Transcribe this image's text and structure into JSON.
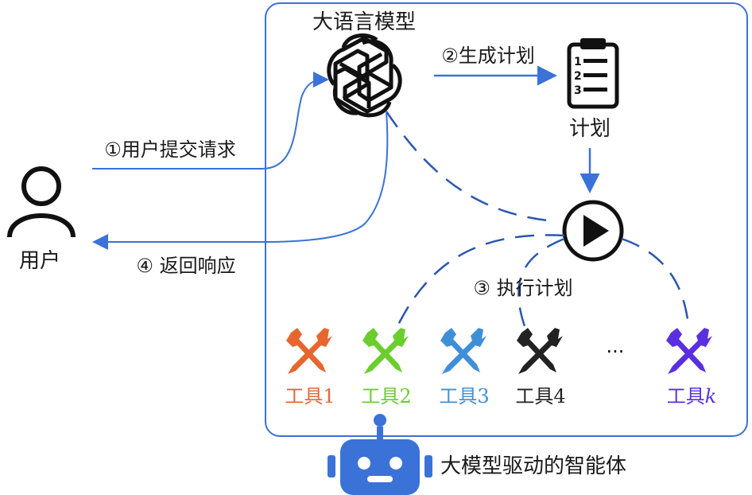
{
  "diagram": {
    "llm_label": "大语言模型",
    "plan_label": "计划",
    "user_label": "用户",
    "agent_label": "大模型驱动的智能体",
    "ellipsis": "···",
    "steps": {
      "step1": "①用户提交请求",
      "step2": "②生成计划",
      "step3": "③ 执行计划",
      "step4": "④ 返回响应"
    },
    "plan_list_numbers": [
      "1",
      "2",
      "3"
    ],
    "tools": [
      {
        "label_prefix": "工具",
        "label_suffix": "1",
        "color": "#e5672f"
      },
      {
        "label_prefix": "工具",
        "label_suffix": "2",
        "color": "#6ccd2f"
      },
      {
        "label_prefix": "工具",
        "label_suffix": "3",
        "color": "#3f8fd8"
      },
      {
        "label_prefix": "工具",
        "label_suffix": "4",
        "color": "#222222"
      },
      {
        "label_prefix": "工具",
        "label_suffix": "k",
        "color": "#5a2fe0"
      }
    ],
    "colors": {
      "accent": "#3a72d8",
      "robot": "#3a72d8",
      "frame": "#3a72d8"
    }
  }
}
